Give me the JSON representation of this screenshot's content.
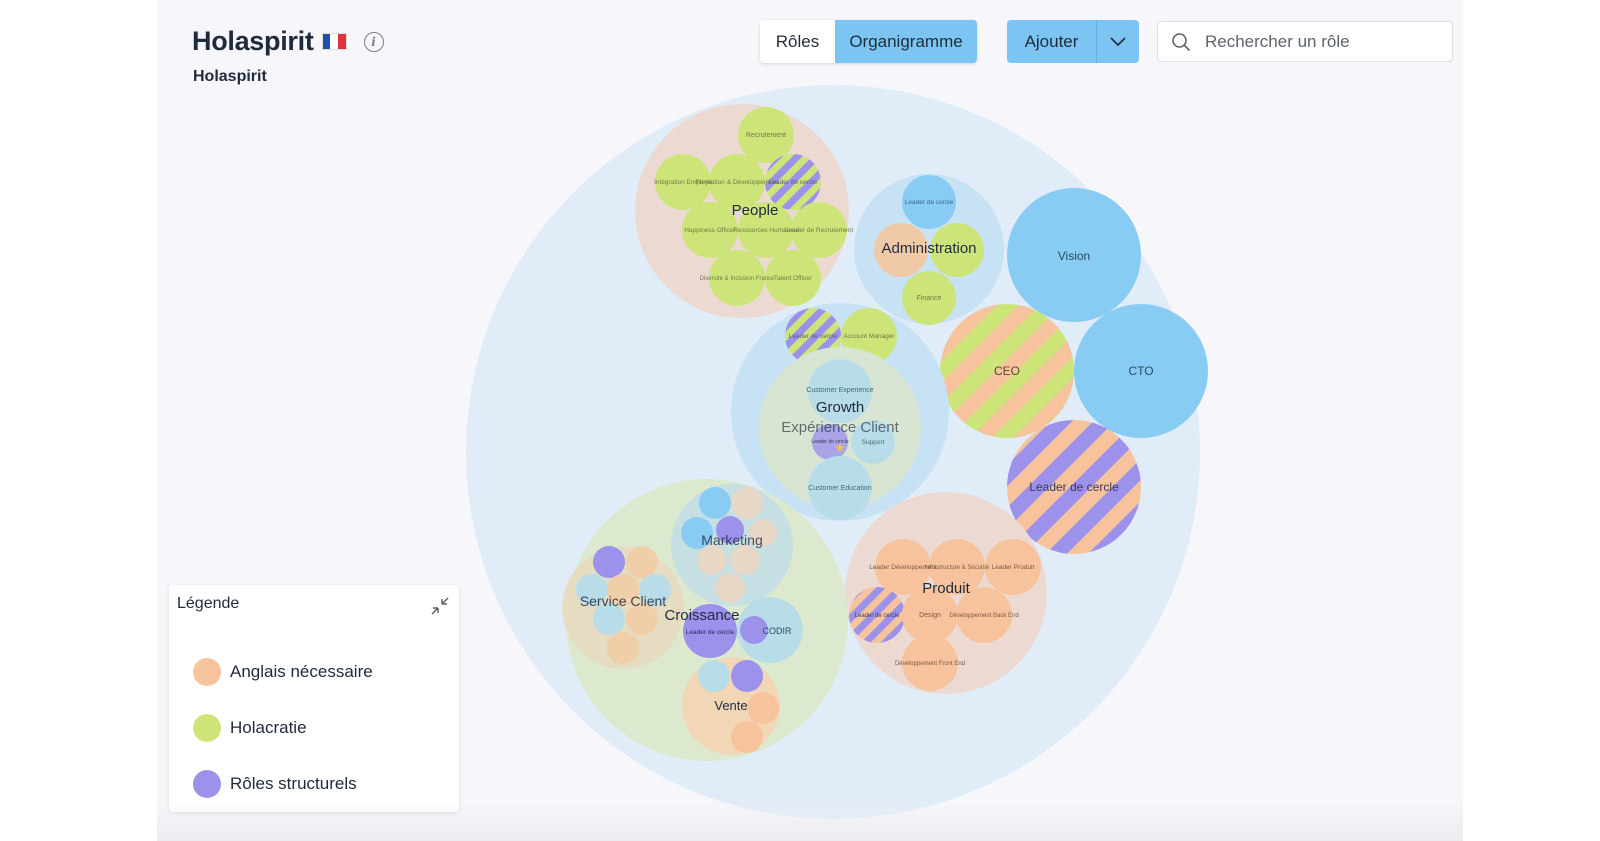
{
  "header": {
    "org_name": "Holaspirit",
    "subtitle": "Holaspirit"
  },
  "view_toggle": {
    "roles_label": "Rôles",
    "orga_label": "Organigramme",
    "active": "Organigramme"
  },
  "actions": {
    "add_label": "Ajouter"
  },
  "search": {
    "placeholder": "Rechercher un rôle"
  },
  "colors": {
    "english": "#f6c39d",
    "holacracy": "#cde578",
    "structural": "#9c92ec",
    "accent": "#7cc5f2"
  },
  "legend": {
    "title": "Légende",
    "items": [
      {
        "label": "Anglais nécessaire",
        "color": "#f6c39d"
      },
      {
        "label": "Holacratie",
        "color": "#cde578"
      },
      {
        "label": "Rôles structurels",
        "color": "#9c92ec"
      }
    ]
  },
  "circles": {
    "people": {
      "label": "People",
      "roles": [
        "Recrutement",
        "Intégration Employé",
        "Formation & Développement",
        "Leader de cercle",
        "Happiness Officer",
        "Ressources Humaines",
        "Leader de Recrutement",
        "Diversité & Inclusion France",
        "Talent Officer"
      ]
    },
    "administration": {
      "label": "Administration",
      "roles": [
        "Leader de cercle",
        "Finance"
      ]
    },
    "vision": "Vision",
    "cto": "CTO",
    "ceo": "CEO",
    "leader_main": "Leader de cercle",
    "growth": {
      "label": "Growth",
      "sub_label": "Expérience Client",
      "roles": [
        "Leader de cercle",
        "Account Manager",
        "Customer Experience",
        "Leader de cercle",
        "Support",
        "Customer Education"
      ]
    },
    "produit": {
      "label": "Produit",
      "roles": [
        "Leader Développement",
        "Infrastructure & Sécurité",
        "Leader Produit",
        "Leader de cercle",
        "Design",
        "Développement Back End",
        "Développement Front End"
      ]
    },
    "croissance": {
      "label": "Croissance",
      "marketing": "Marketing",
      "service_client": "Service Client",
      "vente": "Vente",
      "codir": "CODIR",
      "leader": "Leader de cercle"
    }
  }
}
